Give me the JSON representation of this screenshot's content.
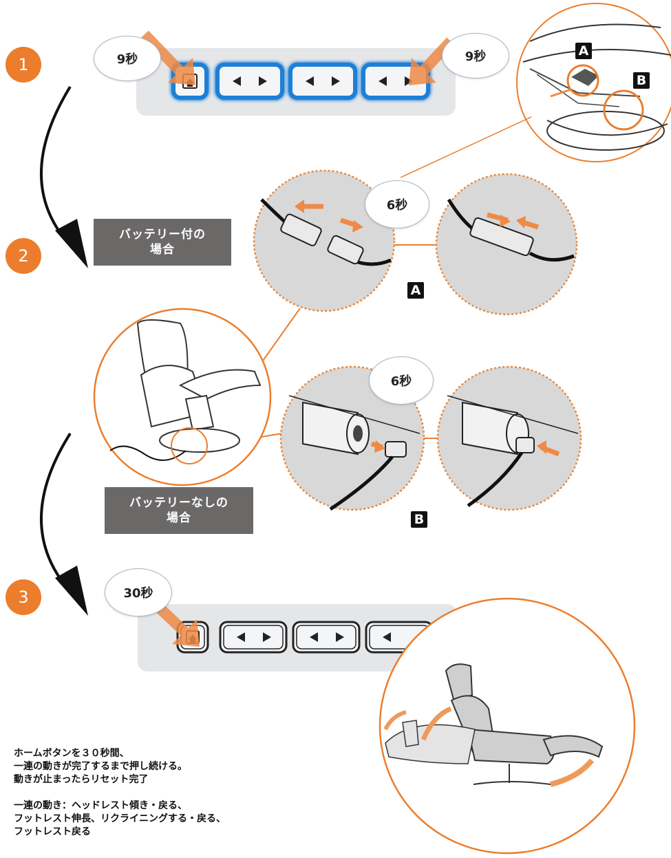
{
  "steps": [
    "1",
    "2",
    "3"
  ],
  "timers": {
    "step1_left": "9秒",
    "step1_right": "9秒",
    "connector_a": "6秒",
    "connector_b": "6秒",
    "step3": "30秒"
  },
  "tags": {
    "a": "A",
    "b": "B"
  },
  "cases": {
    "with_battery": [
      "バッテリー付の",
      "場合"
    ],
    "without_battery": [
      "バッテリーなしの",
      "場合"
    ]
  },
  "instructions": {
    "main": [
      "ホームボタンを３０秒間、",
      "一連の動きが完了するまで押し続ける。",
      "動きが止まったらリセット完了"
    ],
    "sequence": [
      "一連の動き：ヘッドレスト傾き・戻る、",
      "フットレスト伸長、リクライニングする・戻る、",
      "フットレスト戻る"
    ]
  },
  "colors": {
    "accent_orange": "#ec7d2c",
    "button_glow_blue": "#1e7fd6",
    "panel_gray": "#e5e6e8",
    "label_gray": "#6b6868"
  },
  "icons": [
    "home-icon",
    "arrow-left-icon",
    "arrow-right-icon",
    "press-arrow-icon"
  ]
}
